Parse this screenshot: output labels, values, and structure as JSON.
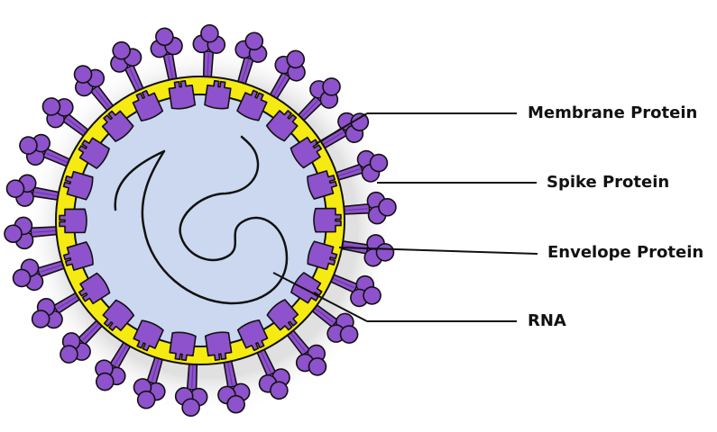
{
  "labels": {
    "membrane": "Membrane Protein",
    "spike": "Spike Protein",
    "envelope": "Envelope Protein",
    "rna": "RNA"
  },
  "colors": {
    "interior": "#cbd8ef",
    "envelope_ring": "#f5ea12",
    "protein": "#8e52cc",
    "protein_dark": "#6a35a8",
    "outline": "#111111",
    "shadow": "#e8e8e8"
  },
  "virion": {
    "spike_count": 26,
    "membrane_protein_count": 22
  }
}
